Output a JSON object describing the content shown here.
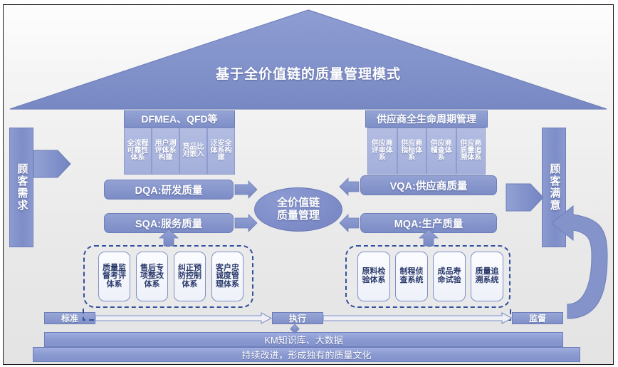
{
  "title": "基于全价值链的质量管理模式",
  "left_pillar": {
    "label": "顾客需求"
  },
  "right_pillar": {
    "label": "顾客满意"
  },
  "center": {
    "label": "全价值链\n质量管理",
    "line1": "全价值链",
    "line2": "质量管理"
  },
  "left_group": {
    "header": "DFMEA、QFD等",
    "cells": [
      "全流程可靠性体系",
      "用户测评体系构建",
      "竞品比对嵌入",
      "泛安全体系构建"
    ]
  },
  "right_group": {
    "header": "供应商全生命周期管理",
    "cells": [
      "供应商评审体系",
      "供应商指标体系",
      "供应商稽查体系",
      "供应商质量追溯体系"
    ]
  },
  "pillars": {
    "dqa": "DQA:研发质量",
    "sqa": "SQA:服务质量",
    "vqa": "VQA:供应商质量",
    "mqa": "MQA:生产质量"
  },
  "left_systems": [
    "质量监督考评体系",
    "售后专项整改体系",
    "纠正预防控制体系",
    "客户忠诚度管理体系"
  ],
  "right_systems": [
    "原料检验体系",
    "制程侦查系统",
    "成品寿命试验",
    "质量追溯系统"
  ],
  "flow_tags": {
    "standard": "标准",
    "execute": "执行",
    "supervise": "监督"
  },
  "footer": {
    "bar1": "KM知识库、大数据",
    "bar2": "持续改进，形成独有的质量文化"
  },
  "colors": {
    "roof": "#7f90c9",
    "header": "#8293cc",
    "cell": "#a9b4de",
    "dash": "#33519e",
    "text_light": "#ffffff",
    "text_dark": "#2b3a6b"
  }
}
